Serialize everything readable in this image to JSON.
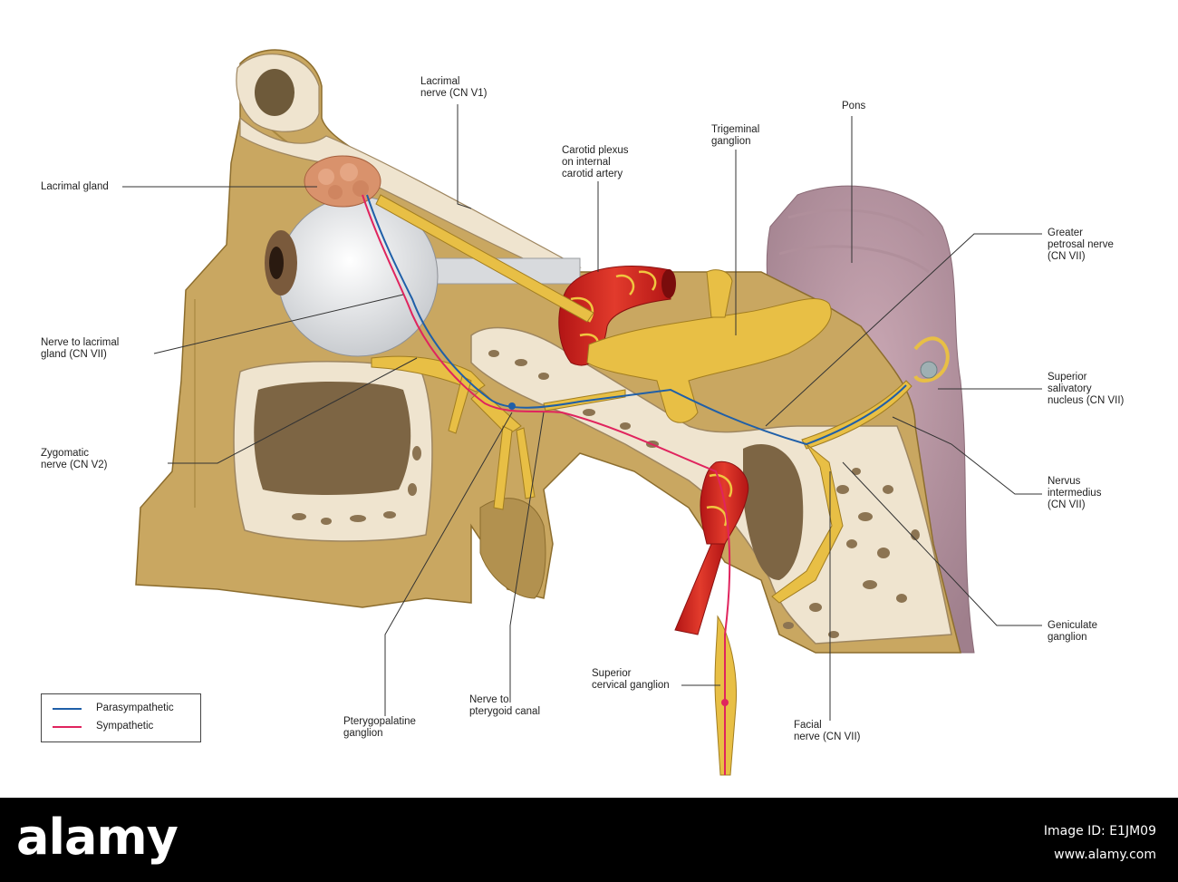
{
  "labels": {
    "lacrimal_nerve": "Lacrimal\nnerve (CN V1)",
    "carotid_plexus": "Carotid plexus\non internal\ncarotid artery",
    "trigeminal_ganglion": "Trigeminal\nganglion",
    "pons": "Pons",
    "lacrimal_gland": "Lacrimal gland",
    "greater_petrosal": "Greater\npetrosal nerve\n(CN VII)",
    "nerve_to_lacrimal": "Nerve to lacrimal\ngland (CN VII)",
    "superior_salivatory": "Superior\nsalivatory\nnucleus (CN VII)",
    "zygomatic_nerve": "Zygomatic\nnerve (CN V2)",
    "nervus_intermedius": "Nervus\nintermedius\n(CN VII)",
    "geniculate_ganglion": "Geniculate\nganglion",
    "superior_cervical": "Superior\ncervical ganglion",
    "pterygopalatine": "Pterygopalatine\nganglion",
    "nerve_pterygoid": "Nerve to\npterygoid canal",
    "facial_nerve": "Facial\nnerve (CN VII)"
  },
  "legend": {
    "items": [
      {
        "label": "Parasympathetic",
        "color": "#1f5fa8"
      },
      {
        "label": "Sympathetic",
        "color": "#e0245e"
      }
    ]
  },
  "footer": {
    "brand": "alamy",
    "image_id": "Image ID: E1JM09",
    "site": "www.alamy.com"
  }
}
